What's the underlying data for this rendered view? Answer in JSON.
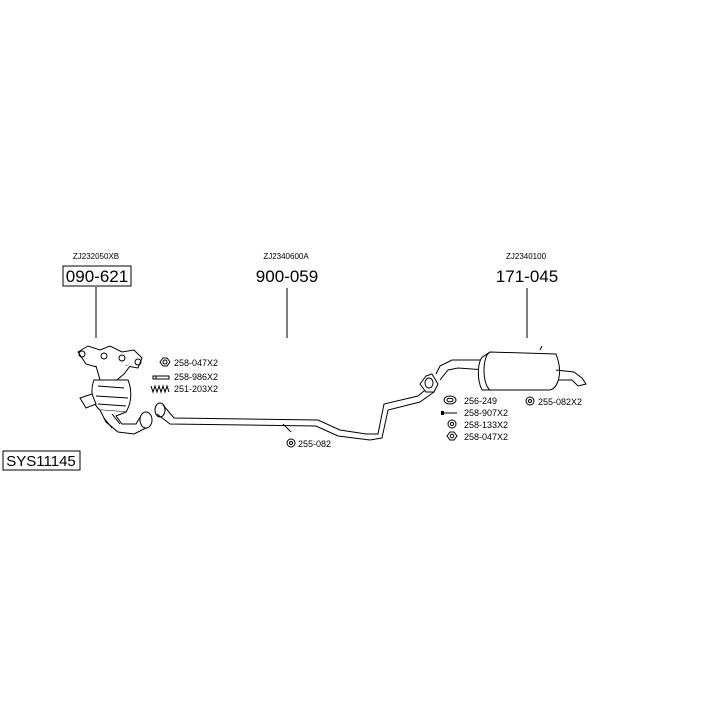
{
  "system_code": "SYS11145",
  "assemblies": [
    {
      "oem": "ZJ232050XB",
      "part_no": "090-621"
    },
    {
      "oem": "ZJ2340600A",
      "part_no": "900-059"
    },
    {
      "oem": "ZJ2340100",
      "part_no": "171-045"
    }
  ],
  "fittings": {
    "f1": "258-047X2",
    "f2": "258-986X2",
    "f3": "251-203X2",
    "f4": "255-082",
    "f5": "256-249",
    "f6": "258-907X2",
    "f7": "258-133X2",
    "f8": "258-047X2",
    "f9": "255-082X2"
  }
}
